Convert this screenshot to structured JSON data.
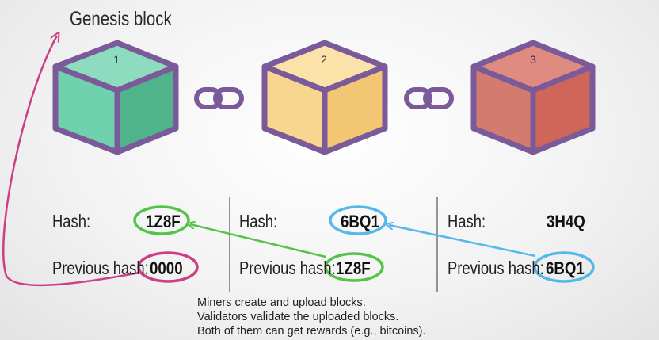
{
  "genesis_label": "Genesis block",
  "blocks": [
    {
      "number": "1",
      "hash_label": "Hash:",
      "hash": "1Z8F",
      "prev_label": "Previous hash:",
      "prev_hash": "0000",
      "color": "#6fd1ae"
    },
    {
      "number": "2",
      "hash_label": "Hash:",
      "hash": "6BQ1",
      "prev_label": "Previous hash:",
      "prev_hash": "1Z8F",
      "color": "#f8d690"
    },
    {
      "number": "3",
      "hash_label": "Hash:",
      "hash": "3H4Q",
      "prev_label": "Previous hash:",
      "prev_hash": "6BQ1",
      "color": "#d9756a"
    }
  ],
  "colors": {
    "outline": "#7b5a9a",
    "green": "#55c248",
    "blue": "#55b8ea",
    "pink": "#cc3f86"
  },
  "notes": [
    "Miners create and upload blocks.",
    "Validators validate the uploaded blocks.",
    "Both of them can get rewards (e.g., bitcoins)."
  ]
}
